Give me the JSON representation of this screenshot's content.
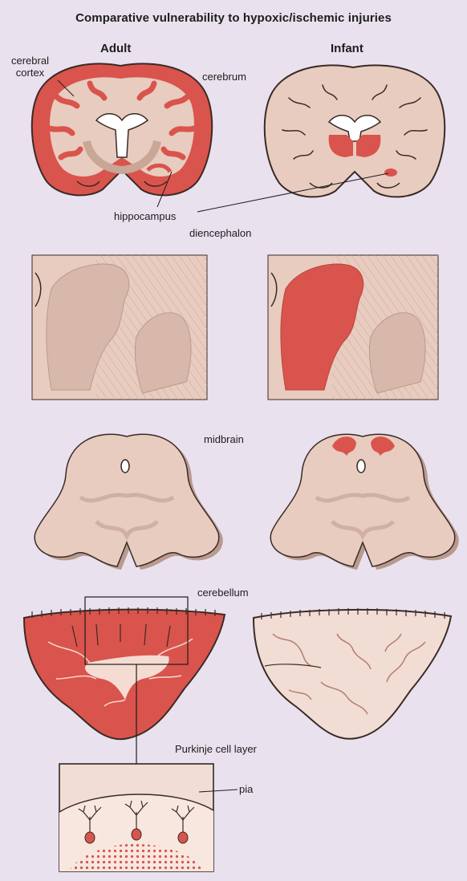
{
  "title": "Comparative vulnerability to hypoxic/ischemic injuries",
  "columns": {
    "adult": "Adult",
    "infant": "Infant"
  },
  "labels": {
    "cerebral_cortex": "cerebral\ncortex",
    "cerebrum": "cerebrum",
    "hippocampus": "hippocampus",
    "diencephalon": "diencephalon",
    "midbrain": "midbrain",
    "cerebellum": "cerebellum",
    "purkinje": "Purkinje cell layer",
    "pia": "pia"
  },
  "colors": {
    "background": "#e9e1ee",
    "tissue": "#e8ccbf",
    "white_matter": "#d8b8aa",
    "lesion": "#d9544c",
    "outline": "#3a2a26"
  }
}
